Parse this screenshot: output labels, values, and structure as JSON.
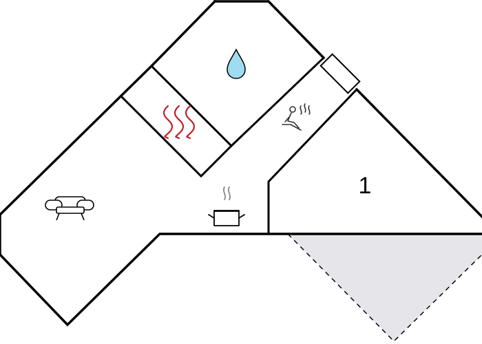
{
  "floorplan": {
    "rooms": [
      {
        "id": "bedroom",
        "label": "1"
      }
    ],
    "icons": [
      {
        "name": "sofa-icon",
        "room": "living"
      },
      {
        "name": "cooking-pot-icon",
        "room": "kitchen"
      },
      {
        "name": "sauna-icon",
        "room": "hall"
      },
      {
        "name": "water-drop-icon",
        "room": "bathroom"
      },
      {
        "name": "heat-waves-icon",
        "room": "heating"
      },
      {
        "name": "door-icon",
        "room": "hall"
      }
    ],
    "colors": {
      "walls": "#000000",
      "terrace_fill": "#e6e6ea",
      "water_drop": "#9fdcef",
      "heat_waves": "#c0202a",
      "icon_stroke": "#333333"
    }
  }
}
